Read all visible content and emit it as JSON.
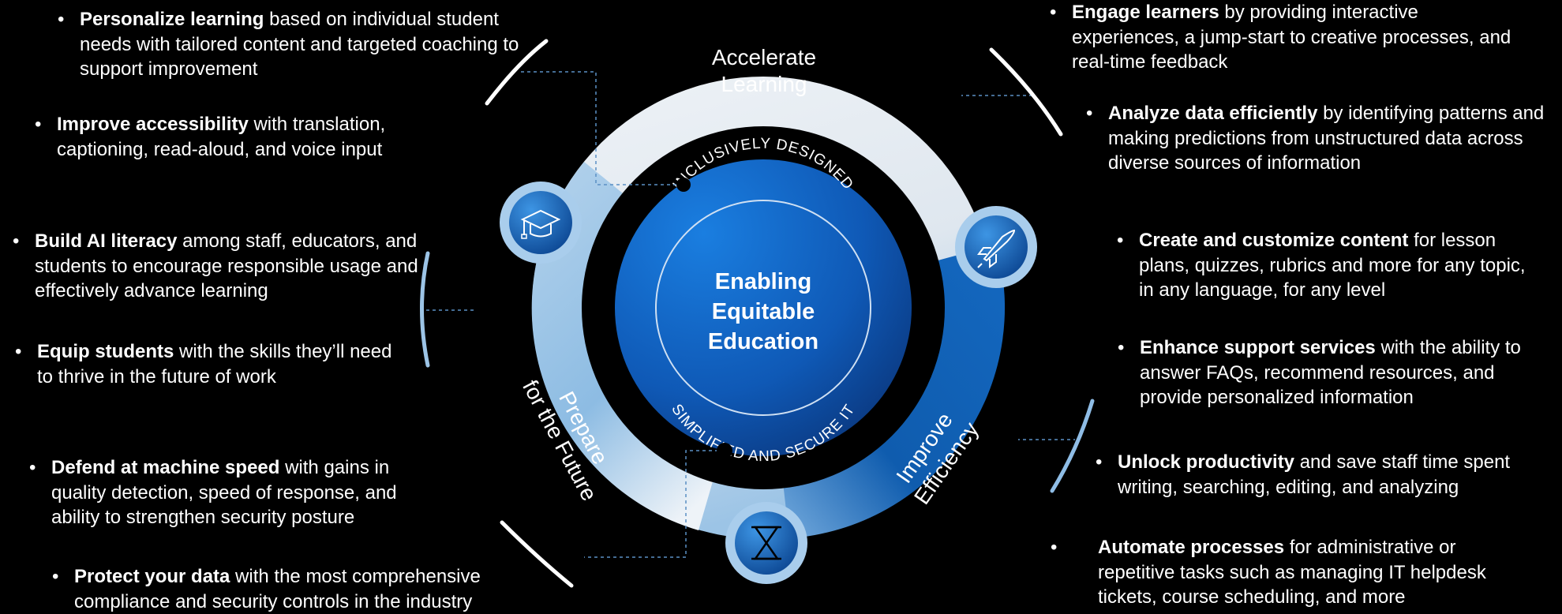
{
  "center": {
    "line1": "Enabling",
    "line2": "Equitable",
    "line3": "Education"
  },
  "inner_arc_top": "INCLUSIVELY DESIGNED",
  "inner_arc_bottom": "SIMPLIFIED AND SECURE IT",
  "segments": {
    "accelerate": {
      "line1": "Accelerate",
      "line2": "Learning"
    },
    "prepare": {
      "line1": "Prepare",
      "line2": "for the Future"
    },
    "improve": {
      "line1": "Improve",
      "line2": "Efficiency"
    }
  },
  "icons": {
    "top_left": "graduation-cap-icon",
    "right": "rocket-icon",
    "bottom": "hourglass-icon"
  },
  "colors": {
    "background": "#000000",
    "ring_light": "#e8eef4",
    "ring_blue": "#0a5fb4",
    "core_dark": "#0b3e86",
    "core_light": "#1677d6"
  },
  "bullet": "•",
  "left_items": [
    {
      "bold": "Personalize learning",
      "text": " based on individual student needs with tailored content and targeted coaching to support improvement"
    },
    {
      "bold": "Improve accessibility",
      "text": " with translation, captioning, read-aloud, and voice input"
    },
    {
      "bold": "Build AI literacy",
      "text": " among staff, educators, and students to encourage responsible usage and effectively advance learning"
    },
    {
      "bold": "Equip students",
      "text": " with the skills they’ll need to thrive in the future of work"
    },
    {
      "bold": "Defend at machine speed",
      "text": " with gains in quality detection, speed of response, and ability to strengthen security posture"
    },
    {
      "bold": "Protect your data",
      "text": " with the most comprehensive compliance and security controls in the industry"
    }
  ],
  "right_items": [
    {
      "bold": "Engage learners",
      "text": " by providing interactive experiences, a jump-start to creative processes, and real-time feedback"
    },
    {
      "bold": "Analyze data efficiently",
      "text": " by identifying patterns and making predictions from unstructured data across diverse sources of information"
    },
    {
      "bold": "Create and customize content",
      "text": " for lesson plans, quizzes, rubrics and more for any topic, in any language, for any level"
    },
    {
      "bold": "Enhance support services",
      "text": " with the ability to answer FAQs, recommend resources, and provide personalized information"
    },
    {
      "bold": "Unlock productivity",
      "text": " and save staff time spent writing, searching, editing, and analyzing"
    },
    {
      "bold": "Automate processes",
      "text": " for administrative or repetitive tasks such as managing IT helpdesk tickets, course scheduling, and more"
    }
  ]
}
